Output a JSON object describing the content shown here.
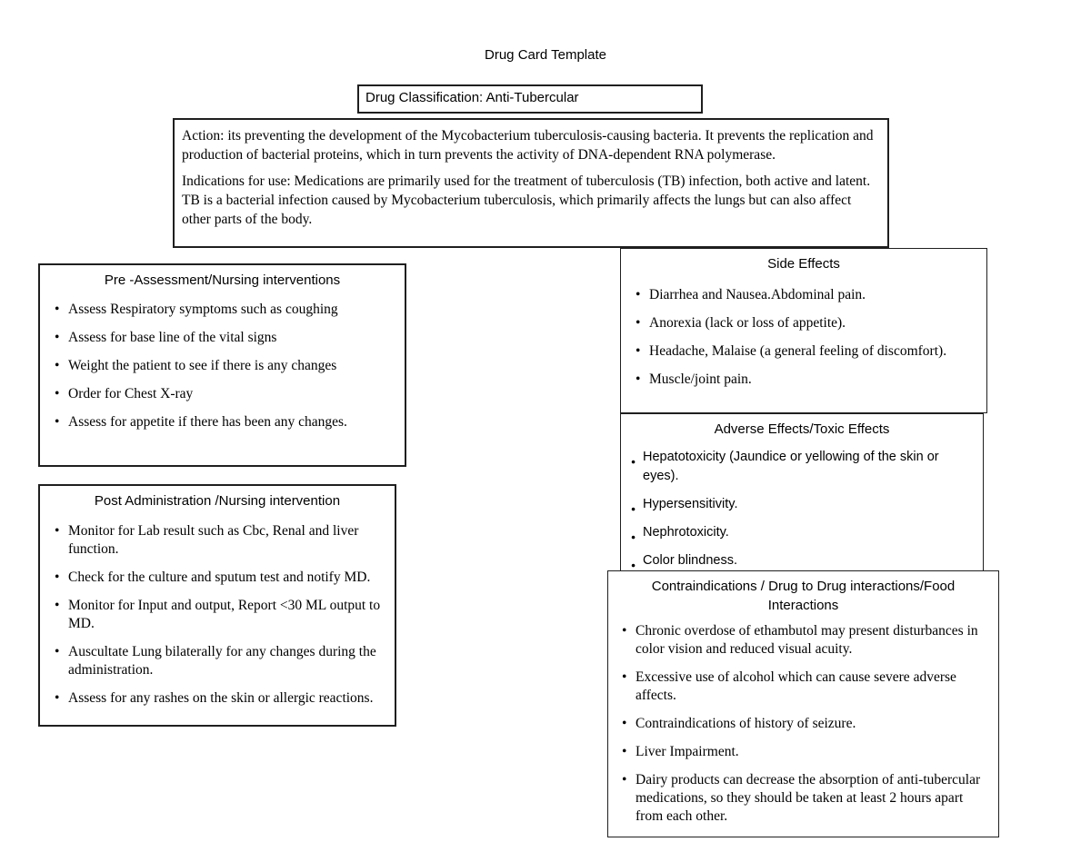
{
  "page": {
    "title": "Drug Card Template"
  },
  "classification": {
    "label": "Drug Classification: Anti-Tubercular"
  },
  "action_box": {
    "paragraphs": [
      "Action: its preventing the development of the Mycobacterium tuberculosis-causing bacteria. It prevents the replication and production of bacterial proteins, which in turn prevents the activity of DNA-dependent RNA polymerase.",
      "Indications for use: Medications are primarily used for the treatment of tuberculosis (TB) infection, both active and latent. TB is a bacterial infection caused by Mycobacterium tuberculosis, which primarily affects the lungs but can also affect other parts of the body."
    ]
  },
  "pre_assessment": {
    "title": "Pre -Assessment/Nursing interventions",
    "items": [
      "Assess Respiratory symptoms such as coughing",
      "Assess for base line of the vital signs",
      "Weight the patient to see if there is any changes",
      "Order for Chest X-ray",
      "Assess for appetite if there has been any changes."
    ]
  },
  "side_effects": {
    "title": "Side Effects",
    "items": [
      "Diarrhea and Nausea.Abdominal pain.",
      "Anorexia (lack or loss of appetite).",
      "Headache, Malaise (a general feeling of discomfort).",
      "Muscle/joint pain."
    ]
  },
  "adverse_effects": {
    "title": "Adverse Effects/Toxic Effects",
    "items": [
      "Hepatotoxicity (Jaundice or yellowing of the skin or eyes).",
      "Hypersensitivity.",
      "Nephrotoxicity.",
      "Color blindness."
    ]
  },
  "post_administration": {
    "title": "Post Administration /Nursing intervention",
    "items": [
      "Monitor for Lab result such as Cbc, Renal and liver function.",
      "Check for the culture and sputum test and notify MD.",
      "Monitor for Input and output, Report <30 ML output to MD.",
      "Auscultate Lung bilaterally for any changes during the administration.",
      "Assess for any rashes on the skin or allergic reactions."
    ]
  },
  "contraindications": {
    "title": "Contraindications / Drug to Drug interactions/Food Interactions",
    "items": [
      "Chronic overdose of ethambutol may present disturbances in color vision and reduced visual acuity.",
      "Excessive use of alcohol which  can cause severe adverse affects.",
      "Contraindications of history of seizure.",
      "Liver Impairment.",
      "Dairy products can decrease the absorption of anti-tubercular medications, so they should be taken at least 2 hours apart from each other."
    ]
  },
  "colors": {
    "border": "#1f1f1f",
    "text": "#000000",
    "background": "#ffffff"
  }
}
